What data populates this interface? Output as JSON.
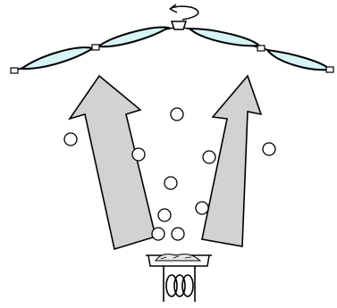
{
  "diagram": {
    "colors": {
      "background": "#ffffff",
      "outline": "#000000",
      "blade_fill": "#d6f3f5",
      "arrow_fill": "#d2d2d2",
      "bubble_fill": "#ffffff"
    },
    "components": [
      {
        "id": "rotor",
        "icon": "rotating-blade-chain"
      },
      {
        "id": "rotation-indicator",
        "icon": "curved-rotation-arrow"
      },
      {
        "id": "left-updraft",
        "icon": "large-up-arrow"
      },
      {
        "id": "right-updraft",
        "icon": "large-up-arrow"
      },
      {
        "id": "air-bubbles",
        "count": 11
      },
      {
        "id": "heating-pan",
        "icon": "tray-with-contents"
      },
      {
        "id": "heating-coil",
        "icon": "coil"
      }
    ]
  }
}
